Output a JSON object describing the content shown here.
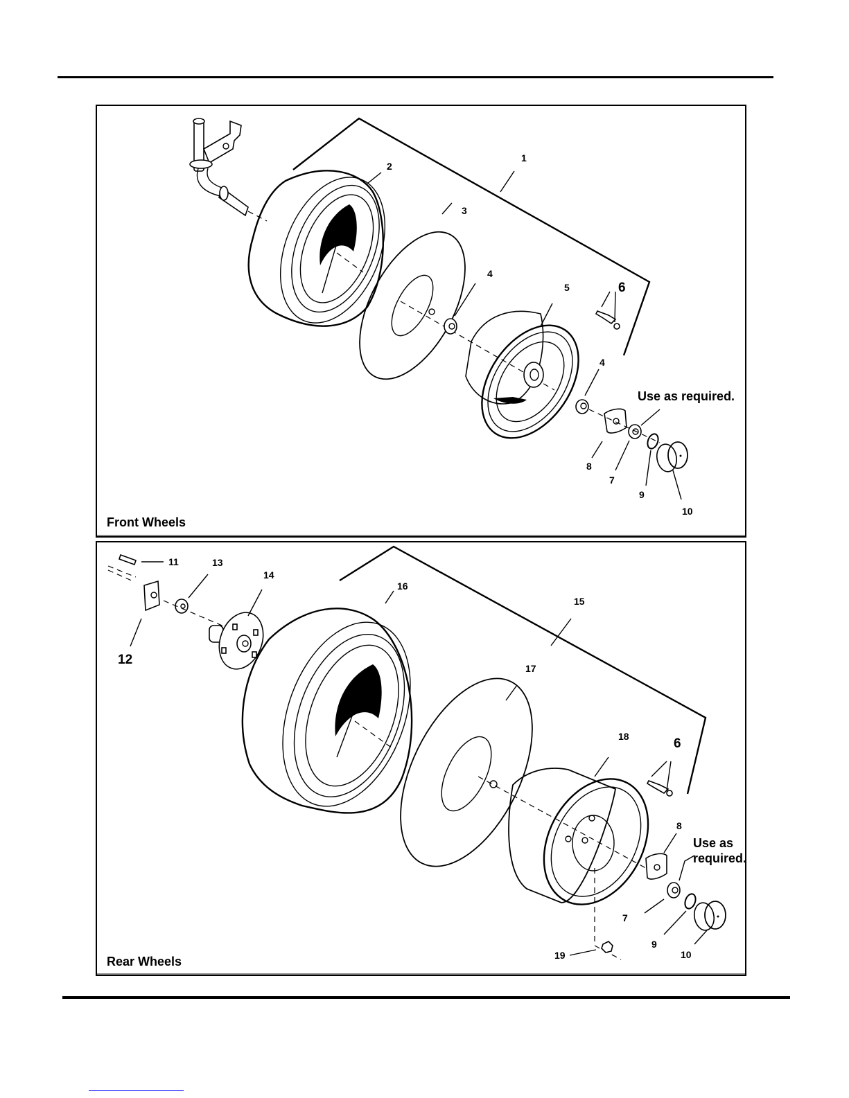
{
  "document": {
    "type": "parts diagram",
    "panels": [
      {
        "id": "front",
        "caption": "Front Wheels",
        "callouts": [
          "1",
          "2",
          "3",
          "4",
          "5",
          "6",
          "4",
          "8",
          "7",
          "9",
          "10"
        ],
        "note": "Use as required."
      },
      {
        "id": "rear",
        "caption": "Rear Wheels",
        "callouts": [
          "11",
          "13",
          "14",
          "12",
          "16",
          "15",
          "17",
          "18",
          "6",
          "8",
          "7",
          "9",
          "10",
          "19"
        ],
        "note_lines": [
          "Use as",
          "required."
        ]
      }
    ],
    "colors": {
      "ink": "#000000",
      "paper": "#ffffff",
      "link": "#1a1aff"
    }
  }
}
